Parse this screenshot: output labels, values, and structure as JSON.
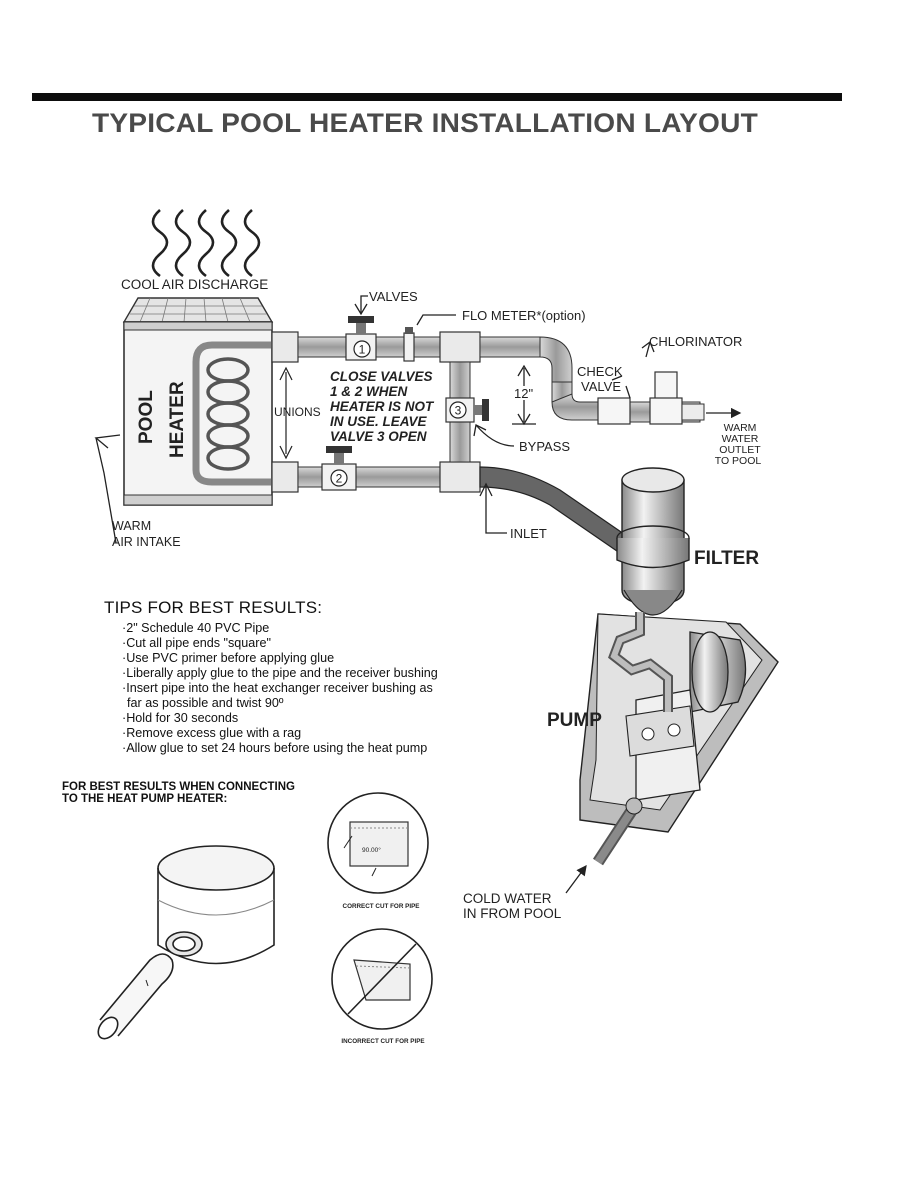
{
  "title": "TYPICAL POOL HEATER INSTALLATION LAYOUT",
  "heater": {
    "name_line1": "POOL",
    "name_line2": "HEATER",
    "cool_air": "COOL AIR DISCHARGE",
    "warm_air_line1": "WARM",
    "warm_air_line2": "AIR INTAKE",
    "unions": "UNIONS"
  },
  "piping": {
    "valves": "VALVES",
    "flo_meter": "FLO METER*(option)",
    "chlorinator": "CHLORINATOR",
    "check_valve_line1": "CHECK",
    "check_valve_line2": "VALVE",
    "dimension": "12\"",
    "bypass": "BYPASS",
    "inlet": "INLET",
    "valve_1": "1",
    "valve_2": "2",
    "valve_3": "3",
    "outlet_line1": "WARM",
    "outlet_line2": "WATER",
    "outlet_line3": "OUTLET",
    "outlet_line4": "TO POOL"
  },
  "note": {
    "line1": "CLOSE VALVES",
    "line2": "1 & 2 WHEN",
    "line3": "HEATER IS NOT",
    "line4": "IN USE. LEAVE",
    "line5": "VALVE 3 OPEN"
  },
  "equipment": {
    "filter": "FILTER",
    "pump": "PUMP",
    "cold_water_line1": "COLD WATER",
    "cold_water_line2": "IN FROM POOL"
  },
  "tips": {
    "heading": "TIPS FOR BEST RESULTS:",
    "items": [
      "·2\" Schedule 40 PVC Pipe",
      "·Cut all pipe ends \"square\"",
      "·Use PVC primer before applying glue",
      "·Liberally apply glue to the pipe and the receiver bushing",
      "·Insert pipe into the heat exchanger receiver bushing as",
      " far as possible and twist 90º",
      "·Hold for 30 seconds",
      "·Remove excess glue with a rag",
      "·Allow glue to set 24 hours before using the heat pump"
    ]
  },
  "connecting": {
    "heading_line1": "FOR BEST RESULTS WHEN CONNECTING",
    "heading_line2": "TO THE HEAT PUMP HEATER:",
    "angle": "90.00°",
    "correct_caption": "CORRECT CUT FOR PIPE",
    "incorrect_caption": "INCORRECT CUT FOR PIPE"
  }
}
